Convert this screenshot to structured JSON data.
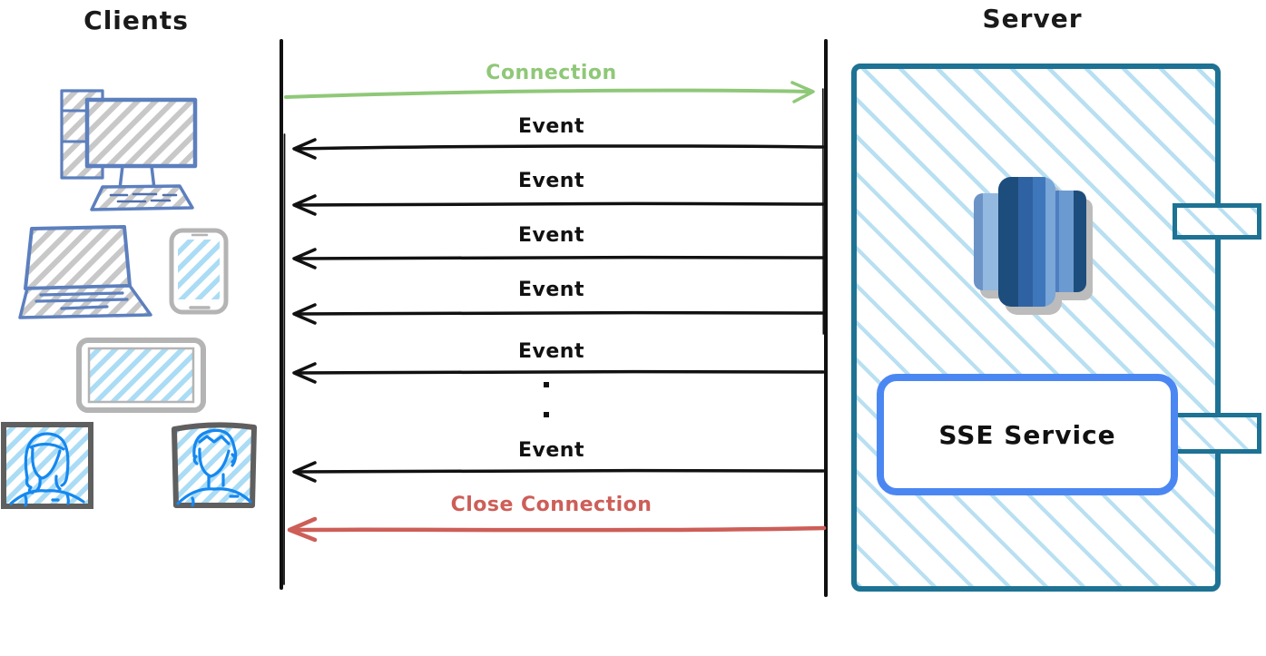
{
  "titles": {
    "clients": "Clients",
    "server": "Server"
  },
  "sequence": {
    "messages": [
      {
        "label": "Connection",
        "direction": "right",
        "color": "#8fc878"
      },
      {
        "label": "Event",
        "direction": "left",
        "color": "#111111"
      },
      {
        "label": "Event",
        "direction": "left",
        "color": "#111111"
      },
      {
        "label": "Event",
        "direction": "left",
        "color": "#111111"
      },
      {
        "label": "Event",
        "direction": "left",
        "color": "#111111"
      },
      {
        "label": "Event",
        "direction": "left",
        "color": "#111111"
      },
      {
        "label": "Event",
        "direction": "left",
        "color": "#111111"
      },
      {
        "label": "Close Connection",
        "direction": "left",
        "color": "#cd5e58"
      }
    ],
    "ellipsis_dots": 2
  },
  "clients": {
    "devices": [
      "desktop-computer",
      "laptop",
      "smartphone",
      "tablet",
      "user-avatar-female",
      "user-avatar-male"
    ]
  },
  "server": {
    "service_label": "SSE Service",
    "components": [
      "database-icon",
      "sse-service-box",
      "port-top",
      "port-bottom"
    ]
  },
  "colors": {
    "connection_green": "#8fc878",
    "close_red": "#cd5e58",
    "event_black": "#111111",
    "server_border_teal": "#1e7294",
    "server_hatch_blue": "#b9e0f2",
    "sse_border_blue": "#4b87f2",
    "device_stroke_blue": "#5c7fbe",
    "device_hatch_gray": "#c8c8c8",
    "screen_hatch_blue": "#aadcf5",
    "avatar_stroke_blue": "#1588f0",
    "frame_gray": "#b4b4b4",
    "avatar_frame_gray": "#5f5f5f",
    "db_navy": "#1d4d7c",
    "db_blue": "#3a72b4",
    "db_light_blue": "#7fa9d9",
    "db_shadow_gray": "#bcbcbc"
  }
}
